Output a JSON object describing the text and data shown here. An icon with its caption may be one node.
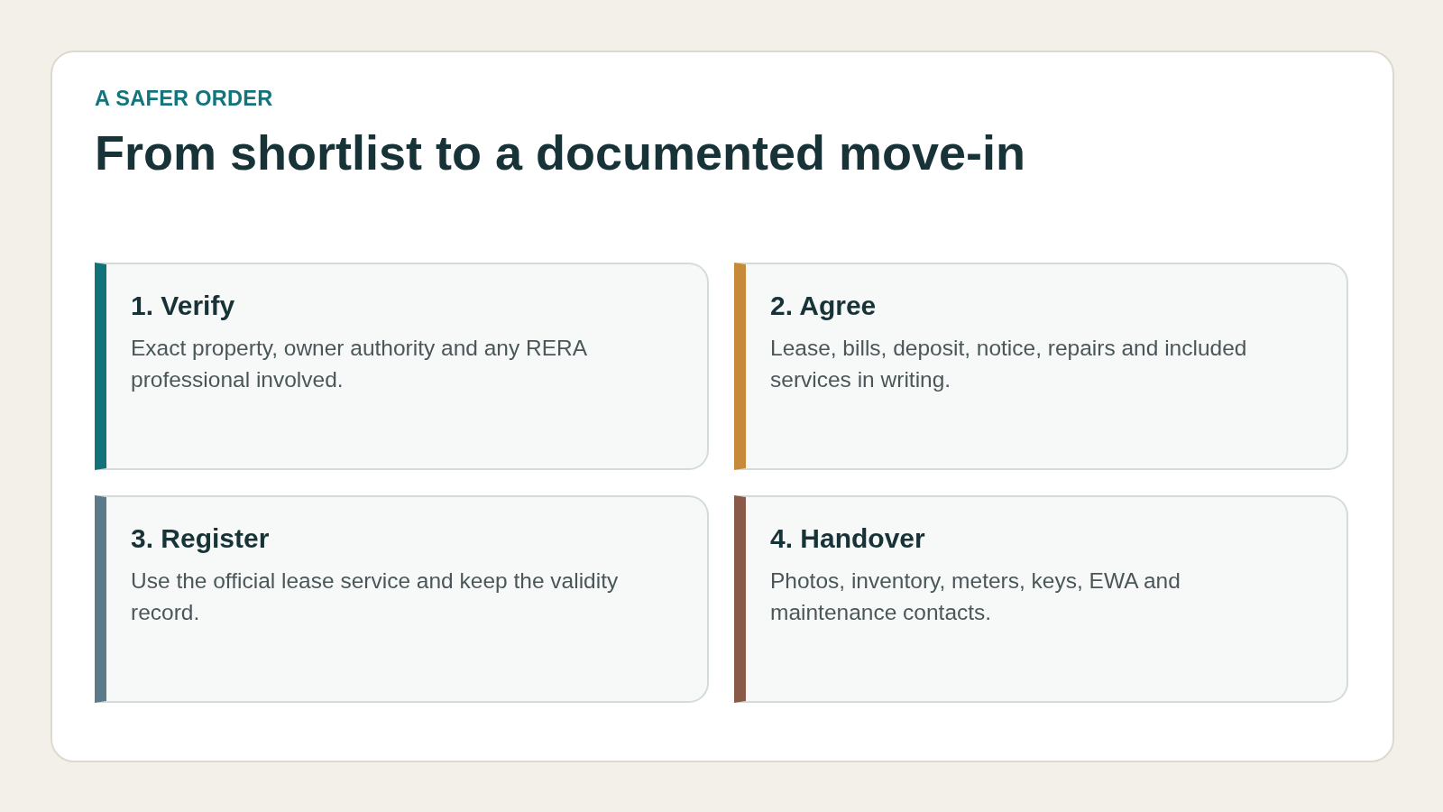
{
  "diagram": {
    "title": "From shortlist to a documented move-in",
    "nodes": [
      {
        "text": [
          "1. Verify",
          "Exact property, owner authority and any RERA professional involved."
        ]
      },
      {
        "text": [
          "2. Agree",
          "Lease, bills, deposit, notice, repairs and included services in writing."
        ]
      },
      {
        "text": [
          "3. Register",
          "Use the official lease service and keep the validity record."
        ]
      },
      {
        "text": [
          "4. Handover",
          "Photos, inventory, meters, keys, EWA and maintenance contacts."
        ]
      }
    ],
    "labels": [
      "A SAFER ORDER"
    ]
  }
}
